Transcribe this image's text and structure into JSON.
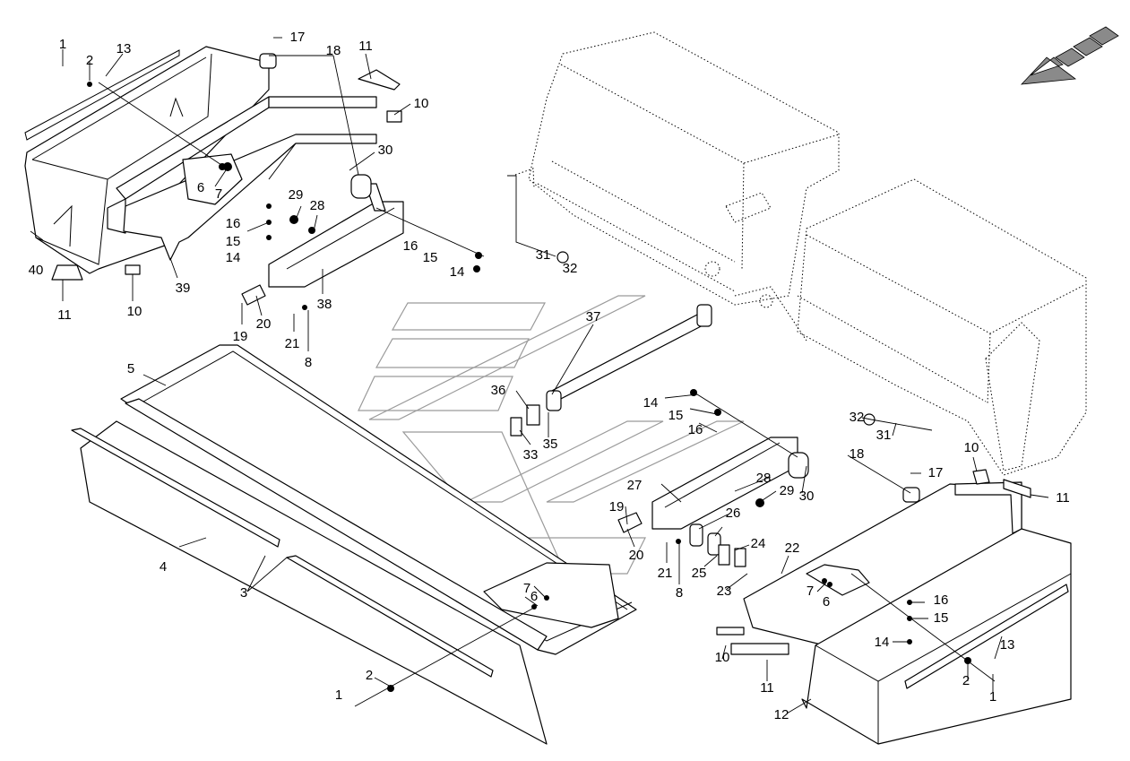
{
  "diagram": {
    "part_numbers": {
      "n1a": "1",
      "n2a": "2",
      "n13a": "13",
      "n17a": "17",
      "n18a": "18",
      "n11a": "11",
      "n10a": "10",
      "n30a": "30",
      "n6a": "6",
      "n7a": "7",
      "n29a": "29",
      "n28a": "28",
      "n16a": "16",
      "n15a": "15",
      "n14a": "14",
      "n16b": "16",
      "n15b": "15",
      "n14b": "14",
      "n31a": "31",
      "n32a": "32",
      "n40": "40",
      "n11b": "11",
      "n10b": "10",
      "n39": "39",
      "n19a": "19",
      "n20a": "20",
      "n21a": "21",
      "n8a": "8",
      "n38": "38",
      "n37": "37",
      "n5": "5",
      "n36": "36",
      "n33": "33",
      "n35": "35",
      "n14c": "14",
      "n15c": "15",
      "n16c": "16",
      "n32b": "32",
      "n31b": "31",
      "n10c": "10",
      "n11c": "11",
      "n17b": "17",
      "n18b": "18",
      "n28b": "28",
      "n29b": "29",
      "n30b": "30",
      "n27": "27",
      "n26": "26",
      "n19b": "19",
      "n20b": "20",
      "n24": "24",
      "n25": "25",
      "n21b": "21",
      "n8b": "8",
      "n23": "23",
      "n22": "22",
      "n7b": "7",
      "n6b": "6",
      "n16d": "16",
      "n15d": "15",
      "n14d": "14",
      "n13b": "13",
      "n4": "4",
      "n3": "3",
      "n7c": "7",
      "n6c": "6",
      "n2b": "2",
      "n1b": "1",
      "n10d": "10",
      "n11d": "11",
      "n12": "12",
      "n2c": "2",
      "n1c": "1"
    },
    "colors": {
      "line": "#000000",
      "watermark": "#9a9a9a",
      "arrow": "#8a8a8a",
      "background": "#ffffff"
    }
  }
}
